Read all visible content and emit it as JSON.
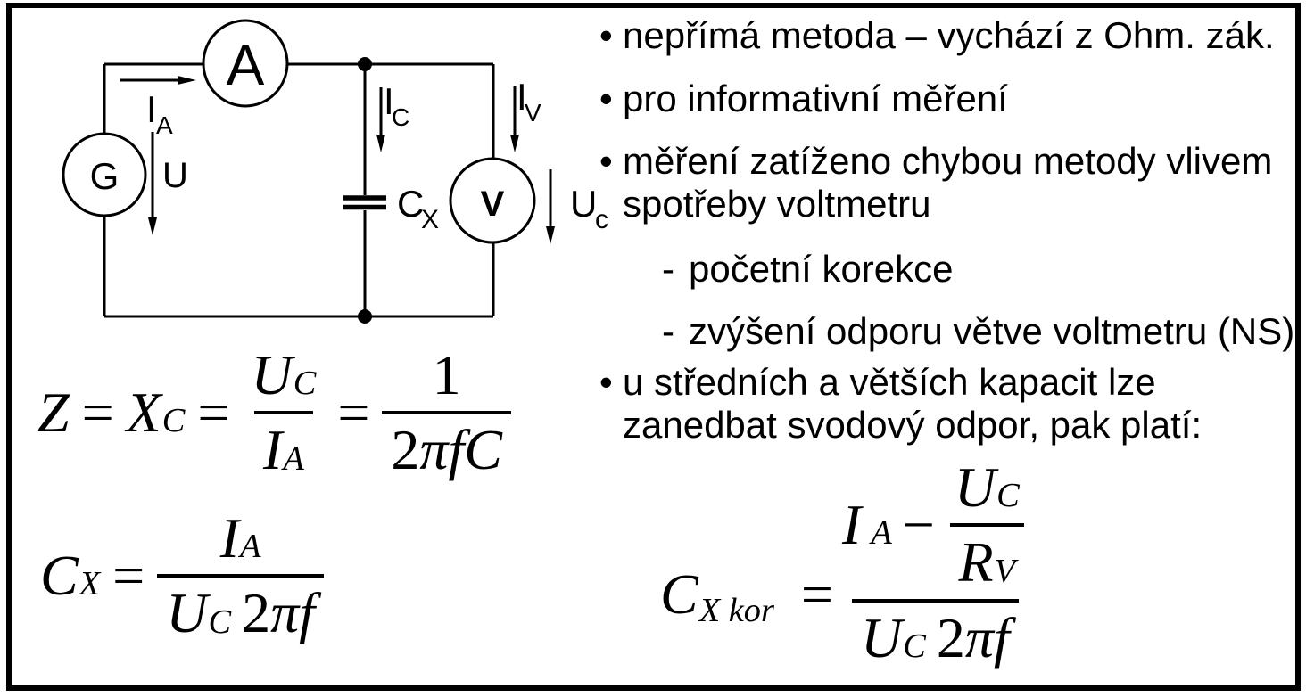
{
  "colors": {
    "ink": "#000000",
    "paper": "#ffffff"
  },
  "circuit": {
    "ammeter_label": "A",
    "generator_label": "G",
    "voltmeter_label": "V",
    "current_ammeter": {
      "base": "I",
      "sub": "A"
    },
    "source_voltage": "U",
    "current_capacitor": {
      "base": "I",
      "sub": "C"
    },
    "capacitor": {
      "base": "C",
      "sub": "X"
    },
    "current_voltmeter": {
      "base": "I",
      "sub": "V"
    },
    "capacitor_voltage": {
      "base": "U",
      "sub": "c"
    }
  },
  "bullets": [
    {
      "marker": "•",
      "lines": [
        "nepřímá metoda – vychází z Ohm. zák."
      ]
    },
    {
      "marker": "•",
      "lines": [
        "pro informativní měření"
      ]
    },
    {
      "marker": "•",
      "lines": [
        "měření zatíženo chybou metody vlivem",
        "spotřeby voltmetru"
      ]
    },
    {
      "marker": "-",
      "lines": [
        "početní korekce"
      ]
    },
    {
      "marker": "-",
      "lines": [
        "zvýšení odporu větve voltmetru (NS)"
      ]
    },
    {
      "marker": "•",
      "lines": [
        "u středních a větších kapacit lze",
        "zanedbat svodový odpor, pak platí:"
      ]
    }
  ],
  "formulas": {
    "impedance": {
      "z": "Z",
      "eq1": "=",
      "x": "X",
      "x_sub": "C",
      "eq2": "=",
      "num1": "U",
      "num1_sub": "C",
      "den1": "I",
      "den1_sub": "A",
      "eq3": "=",
      "num2": "1",
      "den2_coef": "2",
      "den2_var": "πfC"
    },
    "capacitance": {
      "c": "C",
      "c_sub": "X",
      "eq": "=",
      "num": "I",
      "num_sub": "A",
      "den1": "U",
      "den1_sub": "C",
      "den2_coef": "2",
      "den2_var": "πf"
    },
    "capacitance_corrected": {
      "c": "C",
      "c_sub": "X kor",
      "eq": "=",
      "num1": "I",
      "num1_sub": "A",
      "minus": "−",
      "nnum": "U",
      "nnum_sub": "C",
      "nden": "R",
      "nden_sub": "V",
      "den1": "U",
      "den1_sub": "C",
      "den2_coef": "2",
      "den2_var": "πf"
    }
  }
}
